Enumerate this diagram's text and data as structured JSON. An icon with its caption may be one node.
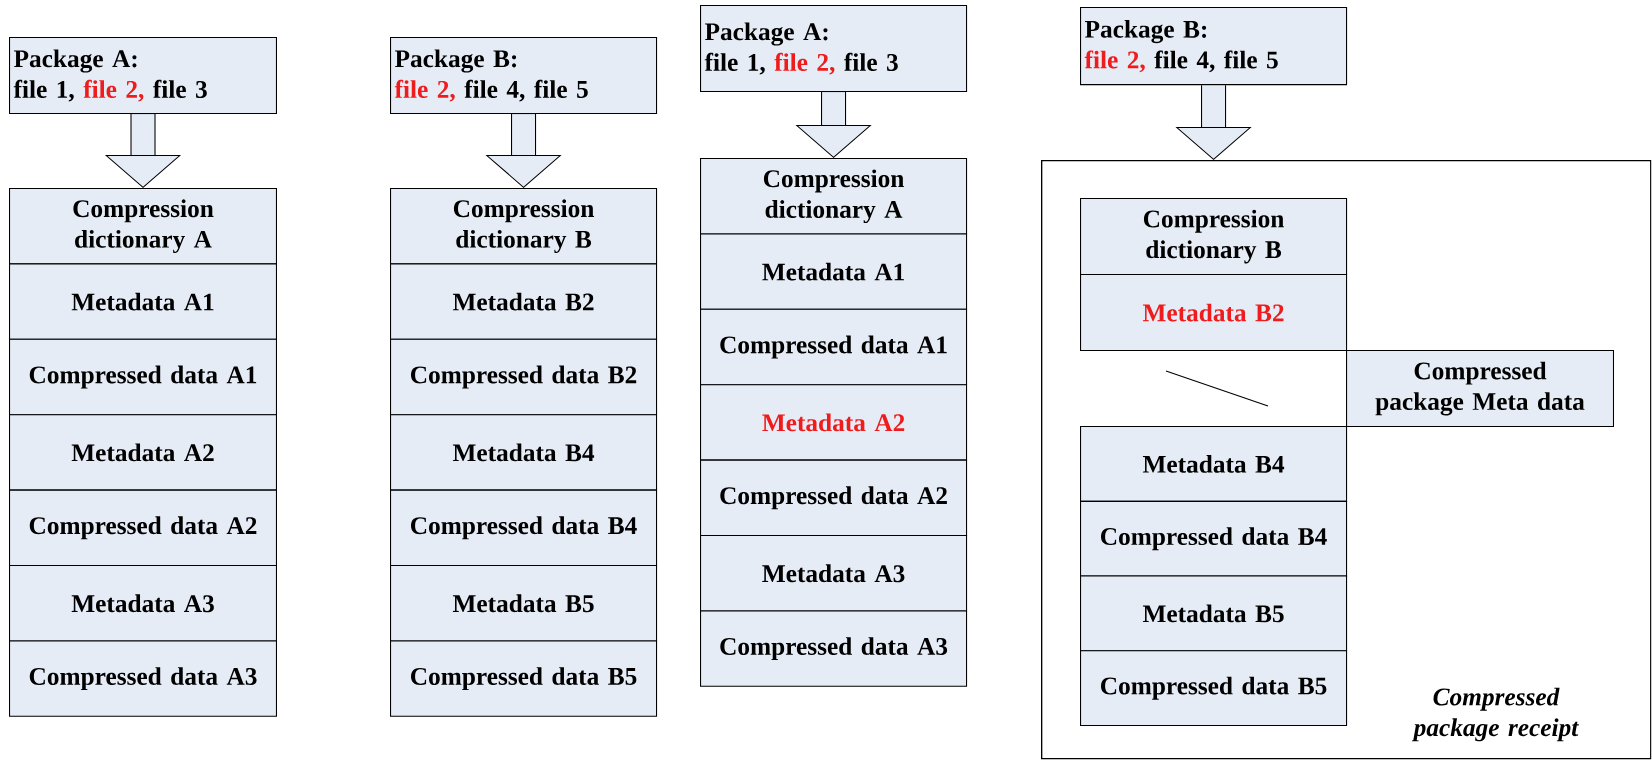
{
  "diagram": {
    "nodes": [
      {
        "text": [
          "Package A:",
          "file 1,",
          "file 2,",
          "file 3"
        ]
      },
      {
        "text": [
          "Compression dictionary A"
        ]
      },
      {
        "text": [
          "Metadata A1"
        ]
      },
      {
        "text": [
          "Compressed data A1"
        ]
      },
      {
        "text": [
          "Metadata A2"
        ]
      },
      {
        "text": [
          "Compressed data A2"
        ]
      },
      {
        "text": [
          "Metadata A3"
        ]
      },
      {
        "text": [
          "Compressed data A3"
        ]
      },
      {
        "text": [
          "Package B:",
          "file 2,",
          "file 4,",
          "file 5"
        ]
      },
      {
        "text": [
          "Compression dictionary B"
        ]
      },
      {
        "text": [
          "Metadata B2"
        ]
      },
      {
        "text": [
          "Compressed data B2"
        ]
      },
      {
        "text": [
          "Metadata B4"
        ]
      },
      {
        "text": [
          "Compressed data B4"
        ]
      },
      {
        "text": [
          "Metadata B5"
        ]
      },
      {
        "text": [
          "Compressed data B5"
        ]
      },
      {
        "text": [
          "Package A:",
          "file 1,",
          "file 2,",
          "file 3"
        ]
      },
      {
        "text": [
          "Compression dictionary A"
        ]
      },
      {
        "text": [
          "Metadata A1"
        ]
      },
      {
        "text": [
          "Compressed data A1"
        ]
      },
      {
        "text": [
          "Metadata A2"
        ]
      },
      {
        "text": [
          "Compressed data A2"
        ]
      },
      {
        "text": [
          "Metadata A3"
        ]
      },
      {
        "text": [
          "Compressed data A3"
        ]
      },
      {
        "text": [
          "Package B:",
          "file 2,",
          "file 4,",
          "file 5"
        ]
      },
      {
        "text": [
          "Compressed package receipt"
        ]
      },
      {
        "text": [
          "Compression dictionary B"
        ],
        "in": 25
      },
      {
        "text": [
          "Metadata B2"
        ],
        "in": 25
      },
      {
        "text": [
          "Compressed package Meta data"
        ],
        "in": 25
      },
      {
        "text": [
          "Metadata B4"
        ],
        "in": 25
      },
      {
        "text": [
          "Compressed data B4"
        ],
        "in": 25
      },
      {
        "text": [
          "Metadata B5"
        ],
        "in": 25
      },
      {
        "text": [
          "Compressed data B5"
        ],
        "in": 25
      }
    ],
    "edges": [
      {
        "from": 0,
        "to": 1,
        "arrow": "to"
      },
      {
        "from": 8,
        "to": 9,
        "arrow": "to"
      },
      {
        "from": 16,
        "to": 17,
        "arrow": "to"
      },
      {
        "from": 24,
        "to": 25,
        "arrow": "to"
      }
    ]
  }
}
